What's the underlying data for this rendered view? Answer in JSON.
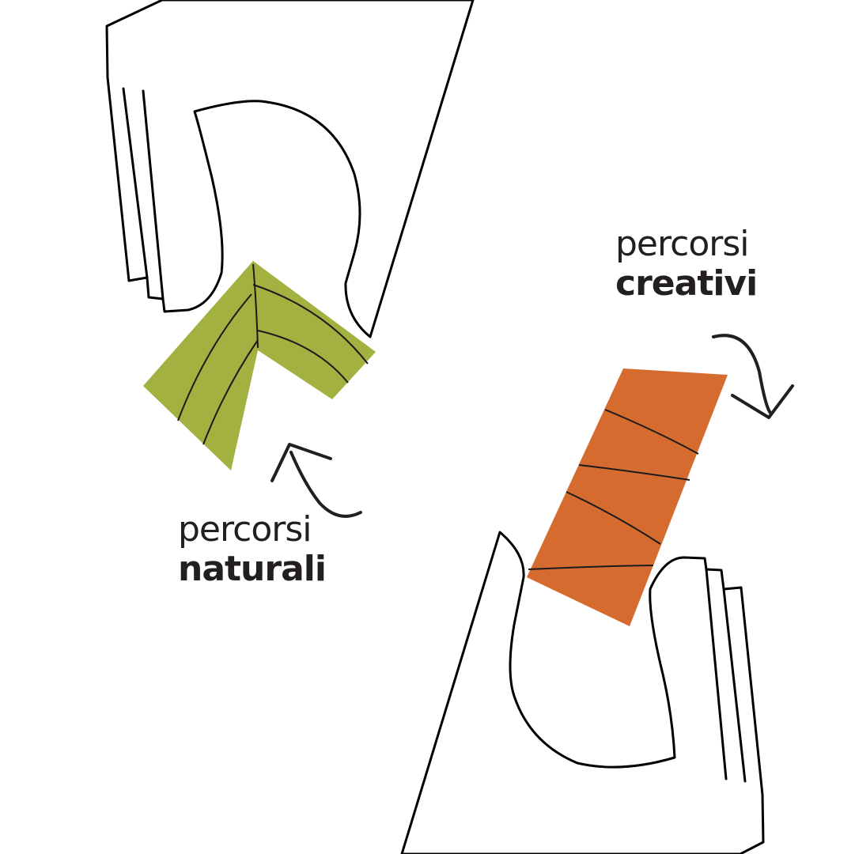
{
  "labels": {
    "creativi": {
      "line1": "percorsi",
      "line2": "creativi"
    },
    "naturali": {
      "line1": "percorsi",
      "line2": "naturali"
    }
  },
  "colors": {
    "background": "#ffffff",
    "outline": "#000000",
    "text": "#231f20",
    "leaf_green": "#a3b141",
    "stick_orange": "#d66b2f"
  },
  "icons": {
    "top_hand": "hand-outline-icon",
    "bottom_hand": "hand-outline-icon",
    "leaf": "leaf-icon",
    "stick": "wood-stick-icon",
    "arrow_creativi": "curved-arrow-icon",
    "arrow_naturali": "curved-arrow-icon"
  }
}
